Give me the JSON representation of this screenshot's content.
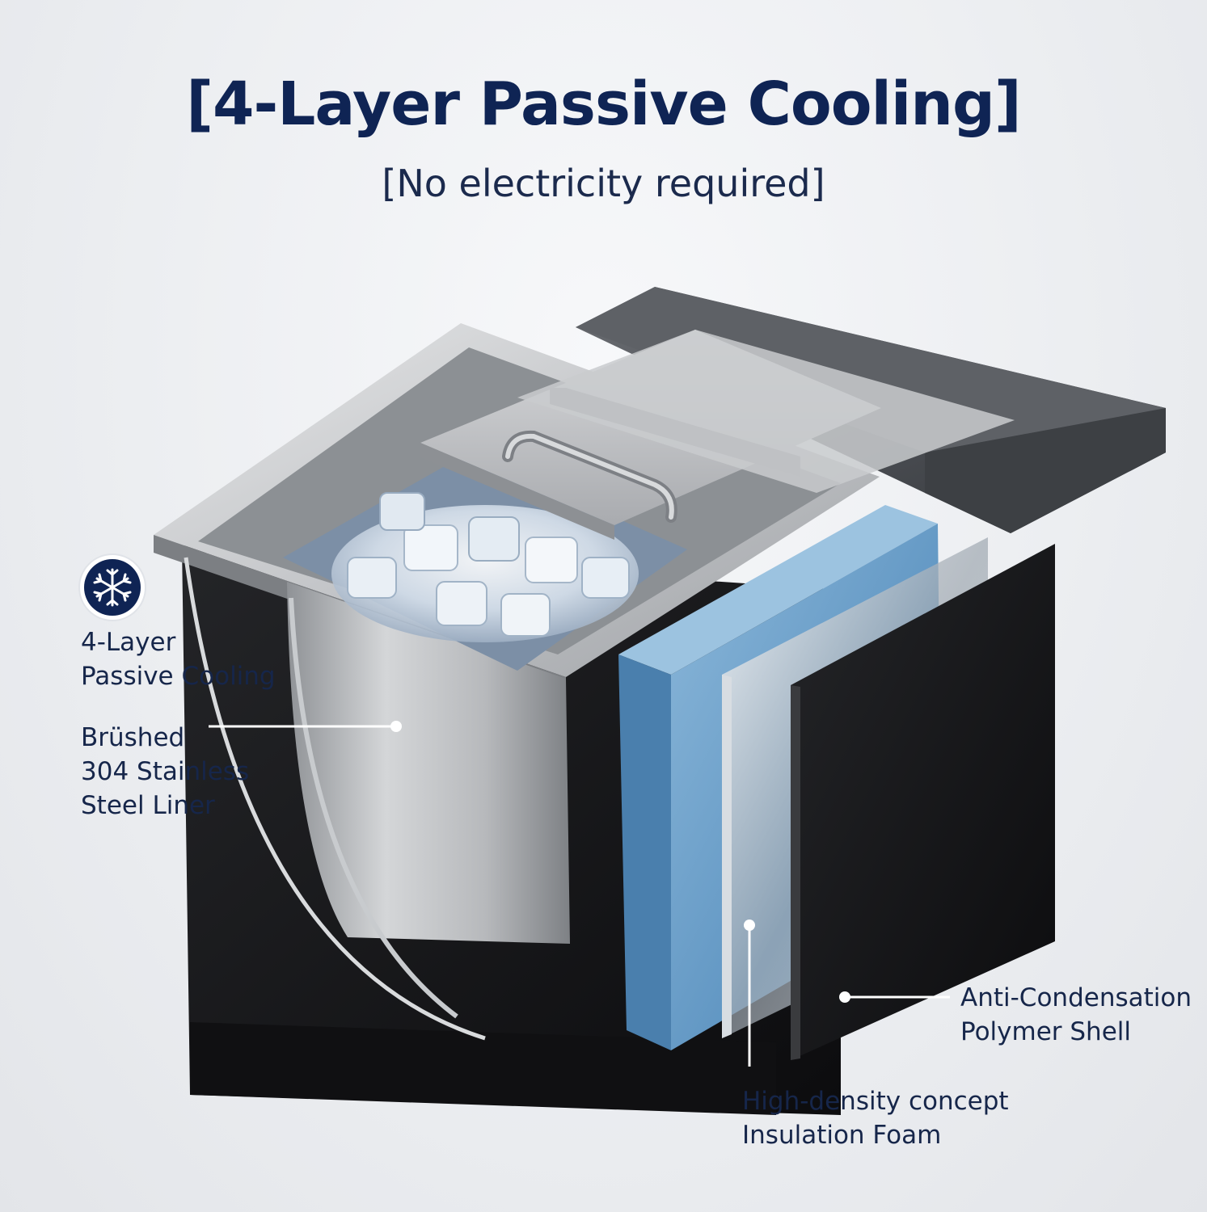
{
  "header": {
    "title": "[4-Layer Passive Cooling]",
    "subtitle": "[No electricity required]"
  },
  "badge": {
    "icon": "snowflake-icon",
    "line1": "4-Layer",
    "line2": "Passive Cooling"
  },
  "callouts": {
    "liner": {
      "line1": "Brüshed",
      "line2": "304 Stainless",
      "line3": "Steel Liner"
    },
    "shell": {
      "line1": "Anti-Condensation",
      "line2": "Polymer Shell"
    },
    "foam": {
      "line1": "High-density concept",
      "line2": "Insulation Foam"
    }
  },
  "colors": {
    "navy": "#0f2454",
    "foam_blue": "#6fa3cc",
    "steel": "#b9bcc0",
    "shell_black": "#141416",
    "countertop": "#4a4d52"
  }
}
